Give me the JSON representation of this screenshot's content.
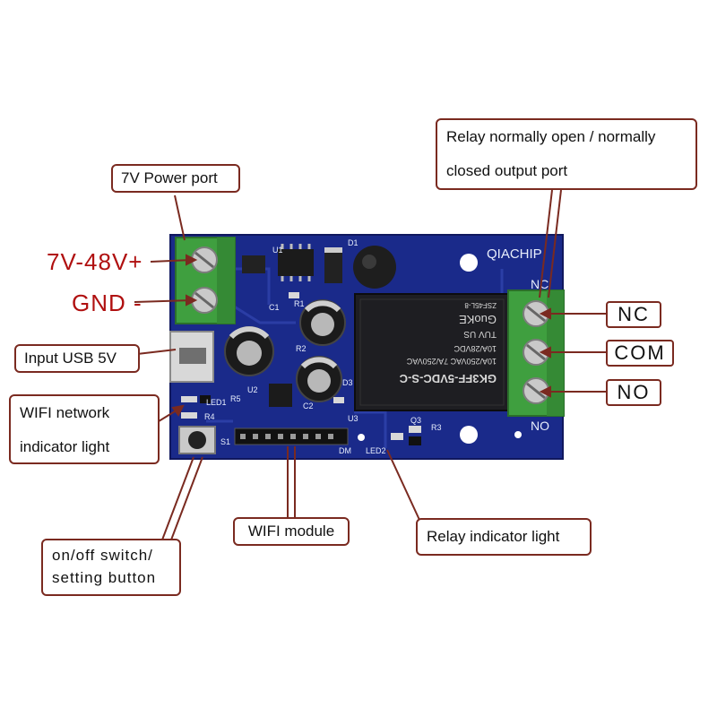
{
  "pcb": {
    "brand": "QIACHIP",
    "nc_silk": "NC",
    "no_silk": "NO",
    "relay_lines": [
      "GK3FF-5VDC-S-C",
      "10A/250VAC  7A/250VAC",
      "10A/28VDC",
      "TUV  US",
      "GuoKE",
      "ZSF45L-8"
    ],
    "silk_labels": [
      "D1",
      "U1",
      "C1",
      "R1",
      "R2",
      "C2",
      "U2",
      "R5",
      "R4",
      "S1",
      "U3",
      "DM",
      "LED2",
      "R3",
      "Q3",
      "LED1",
      "D3"
    ]
  },
  "labels": {
    "power_plus": "7V-48V+",
    "gnd": "GND -",
    "power_port": "7V Power port",
    "relay_port_line1": "Relay normally open / normally",
    "relay_port_line2": "closed output port",
    "usb": "Input USB 5V",
    "wifi_light_line1": "WIFI network",
    "wifi_light_line2": "indicator light",
    "switch_line1": "on/off switch/",
    "switch_line2": "setting button",
    "wifi_module": "WIFI module",
    "relay_light": "Relay indicator light",
    "nc": "NC",
    "com": "COM",
    "no": "NO"
  },
  "colors": {
    "pcb": "#1a2a8a",
    "terminal": "#3f9f3f",
    "relay": "#1e1e22",
    "callout_border": "#7a2a20",
    "power_text": "#b01010"
  }
}
